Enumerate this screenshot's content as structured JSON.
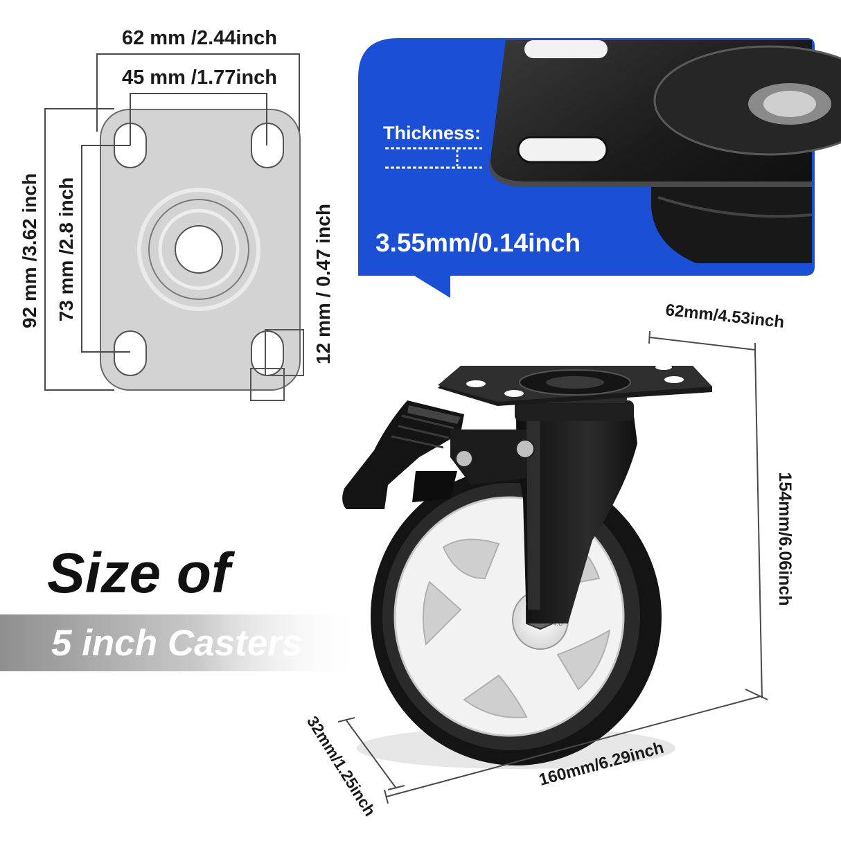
{
  "plate_diagram": {
    "width_outer": "62 mm /2.44inch",
    "width_inner": "45 mm /1.77inch",
    "height_outer": "92 mm /3.62 inch",
    "height_inner": "73 mm /2.8 inch",
    "slot_size": "12 mm / 0.47 inch"
  },
  "thickness_callout": {
    "label": "Thickness:",
    "value": "3.55mm/0.14inch",
    "bg_color": "#1a4fd6"
  },
  "caster_dimensions": {
    "plate_width": "62mm/4.53inch",
    "height": "154mm/6.06inch",
    "wheel_width": "32mm/1.25inch",
    "wheel_diameter": "160mm/6.29inch",
    "bolt_marking": "4.8"
  },
  "headline": {
    "line1": "Size of",
    "line2": "5 inch Casters"
  }
}
